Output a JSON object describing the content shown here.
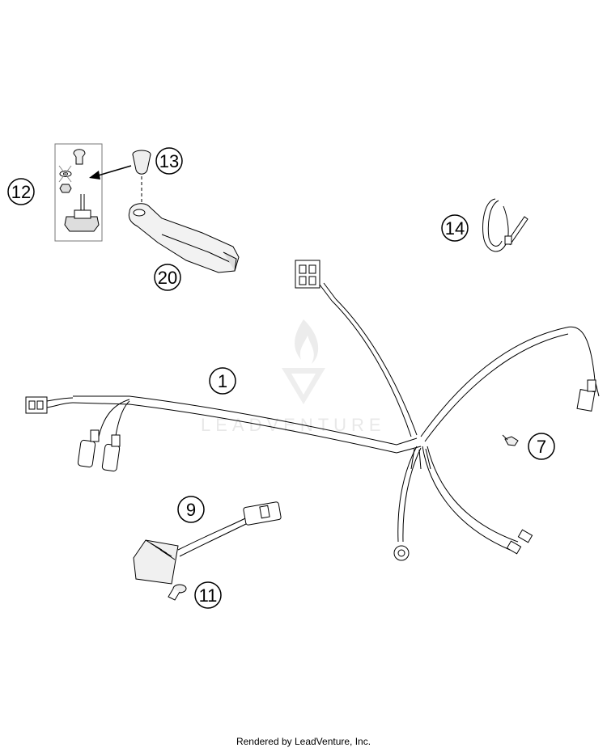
{
  "watermark": {
    "text": "LEADVENTURE"
  },
  "callouts": [
    {
      "id": "1",
      "label": "1"
    },
    {
      "id": "7",
      "label": "7"
    },
    {
      "id": "9",
      "label": "9"
    },
    {
      "id": "11",
      "label": "11"
    },
    {
      "id": "12",
      "label": "12"
    },
    {
      "id": "13",
      "label": "13"
    },
    {
      "id": "14",
      "label": "14"
    },
    {
      "id": "20",
      "label": "20"
    }
  ],
  "footer": {
    "text": "Rendered by LeadVenture, Inc."
  }
}
